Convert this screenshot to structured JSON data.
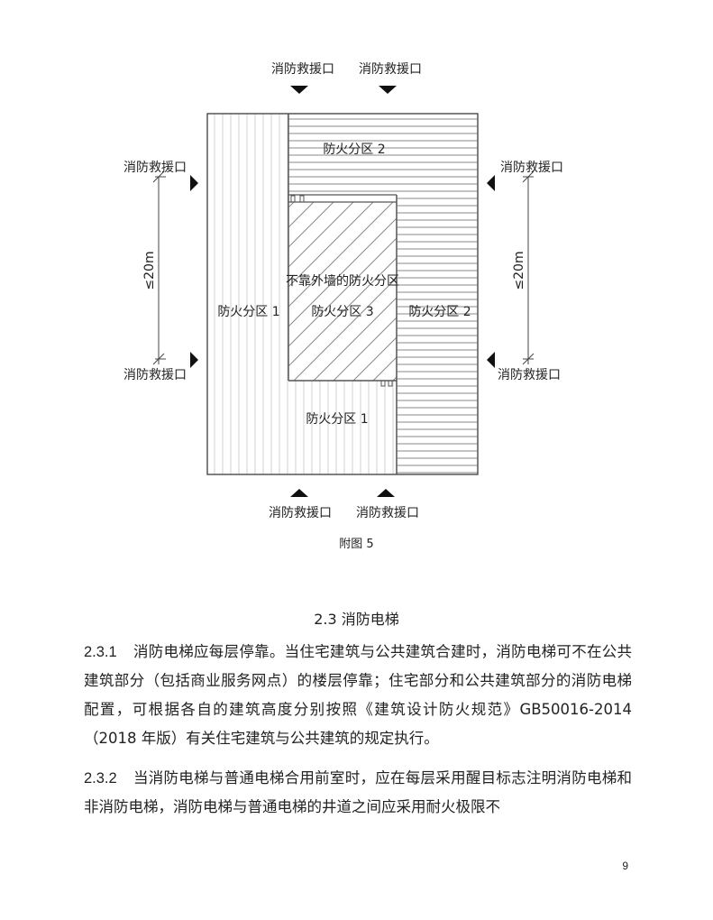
{
  "figure": {
    "labels": {
      "rescue_top_left": "消防救援口",
      "rescue_top_right": "消防救援口",
      "rescue_left_upper": "消防救援口",
      "rescue_left_lower": "消防救援口",
      "rescue_right_upper": "消防救援口",
      "rescue_right_lower": "消防救援口",
      "rescue_bottom_left": "消防救援口",
      "rescue_bottom_right": "消防救援口",
      "zone2_top": "防火分区 2",
      "zone2_right": "防火分区 2",
      "zone1_left": "防火分区 1",
      "zone1_bottom": "防火分区 1",
      "zone3_note": "不靠外墙的防火分区",
      "zone3": "防火分区 3",
      "dim_left": "≤20m",
      "dim_right": "≤20m"
    },
    "caption": "附图 5"
  },
  "section": {
    "title": "2.3 消防电梯"
  },
  "paragraphs": [
    {
      "number": "2.3.1",
      "text": "消防电梯应每层停靠。当住宅建筑与公共建筑合建时，消防电梯可不在公共建筑部分（包括商业服务网点）的楼层停靠；住宅部分和公共建筑部分的消防电梯配置，可根据各自的建筑高度分别按照《建筑设计防火规范》GB50016-2014（2018 年版）有关住宅建筑与公共建筑的规定执行。"
    },
    {
      "number": "2.3.2",
      "text": "当消防电梯与普通电梯合用前室时，应在每层采用醒目标志注明消防电梯和非消防电梯，消防电梯与普通电梯的井道之间应采用耐火极限不"
    }
  ],
  "page_number": "9",
  "colors": {
    "text": "#222222",
    "lines": "#555555",
    "hatch": "#888888"
  }
}
